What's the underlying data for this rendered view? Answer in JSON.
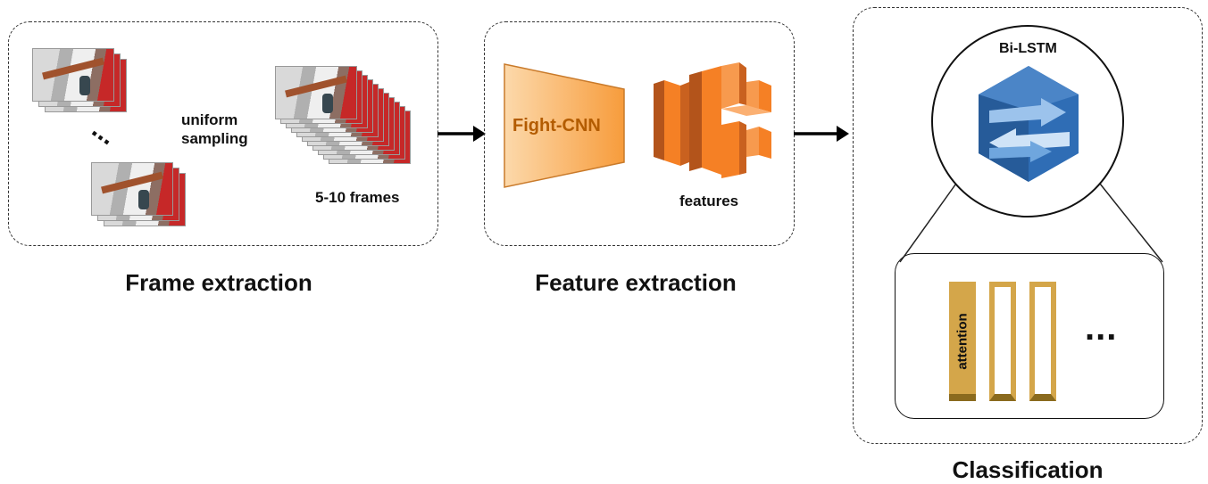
{
  "stages": {
    "frame_extraction": {
      "caption": "Frame extraction",
      "sampling_label": "uniform\nsampling",
      "sampling_line1": "uniform",
      "sampling_line2": "sampling",
      "frames_label": "5-10 frames",
      "ellipsis": "..."
    },
    "feature_extraction": {
      "caption": "Feature extraction",
      "cnn_label": "Fight-CNN",
      "features_label": "features"
    },
    "classification": {
      "caption": "Classification",
      "model_label": "Bi-LSTM",
      "attention_label": "attention",
      "more_label": "..."
    }
  },
  "colors": {
    "cnn_fill": "#f7a24a",
    "cnn_text": "#b35c00",
    "features_orange": "#f58025",
    "lstm_blue": "#2f6db5",
    "lstm_light": "#6fa6de",
    "attention_gold": "#d4a64a",
    "attention_dark": "#8a6a1e"
  },
  "icons": [
    "video-frame-stack-icon",
    "arrow-right-icon",
    "cnn-trapezoid-icon",
    "feature-blocks-icon",
    "bilstm-hexagon-icon",
    "attention-cell-icon"
  ]
}
